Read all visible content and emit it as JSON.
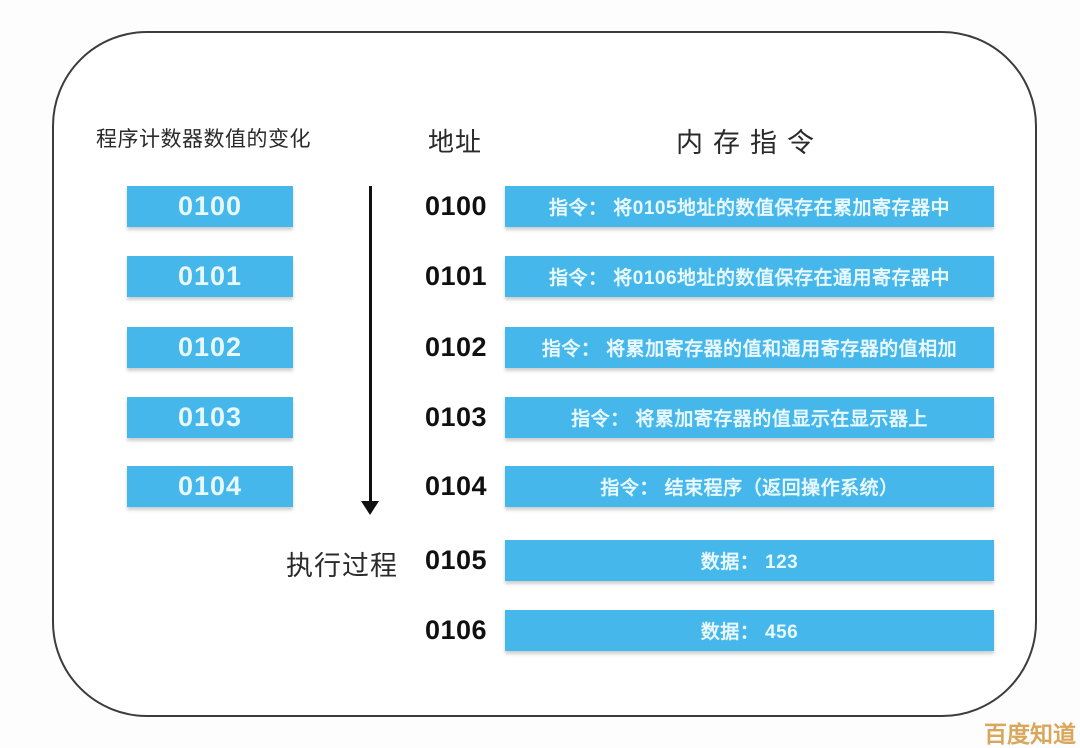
{
  "diagram": {
    "headers": {
      "counter_column": "程序计数器数值的变化",
      "address_column": "地址",
      "memory_column": "内存指令"
    },
    "counter_boxes": [
      "0100",
      "0101",
      "0102",
      "0103",
      "0104"
    ],
    "execution_label": "执行过程",
    "memory_rows": [
      {
        "address": "0100",
        "content": "指令： 将0105地址的数值保存在累加寄存器中"
      },
      {
        "address": "0101",
        "content": "指令： 将0106地址的数值保存在通用寄存器中"
      },
      {
        "address": "0102",
        "content": "指令： 将累加寄存器的值和通用寄存器的值相加"
      },
      {
        "address": "0103",
        "content": "指令： 将累加寄存器的值显示在显示器上"
      },
      {
        "address": "0104",
        "content": "指令： 结束程序（返回操作系统）"
      },
      {
        "address": "0105",
        "content": "数据： 123"
      },
      {
        "address": "0106",
        "content": "数据： 456"
      }
    ],
    "watermark": "百度知道"
  },
  "colors": {
    "box_blue": "#46B7EB",
    "box_text": "#E8F8FF",
    "frame_border": "#3C3C3C",
    "text_dark": "#101010",
    "watermark_gold": "#D9A75B"
  }
}
